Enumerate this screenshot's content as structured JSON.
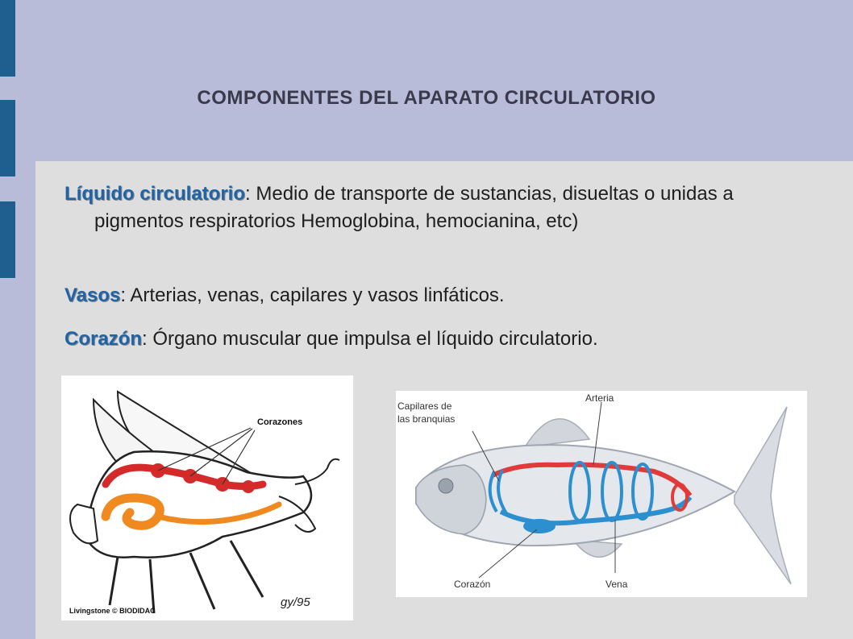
{
  "slide": {
    "title": "COMPONENTES DEL APARATO CIRCULATORIO",
    "bullets": [
      {
        "term": "Líquido circulatorio",
        "text": ": Medio de transporte de sustancias, disueltas o unidas a pigmentos respiratorios Hemoglobina, hemocianina, etc)"
      },
      {
        "term": "Vasos",
        "text": ": Arterias, venas, capilares y vasos linfáticos."
      },
      {
        "term": "Corazón",
        "text": ": Órgano muscular que impulsa el líquido circulatorio."
      }
    ]
  },
  "insect_figure": {
    "label_hearts": "Corazones",
    "credit": "Livingstone © BIODIDAC",
    "signature": "gy/95"
  },
  "fish_figure": {
    "label_gill_capillaries_line1": "Capilares de",
    "label_gill_capillaries_line2": "las branquias",
    "label_artery": "Arteria",
    "label_heart": "Corazón",
    "label_vein": "Vena"
  },
  "colors": {
    "background": "#b8bcd9",
    "content_panel": "#dedede",
    "accent_bar": "#1f5f8f",
    "term": "#1f64a8",
    "artery_red": "#e23a3a",
    "vein_blue": "#2c8fd0",
    "gut_orange": "#f08a20"
  }
}
